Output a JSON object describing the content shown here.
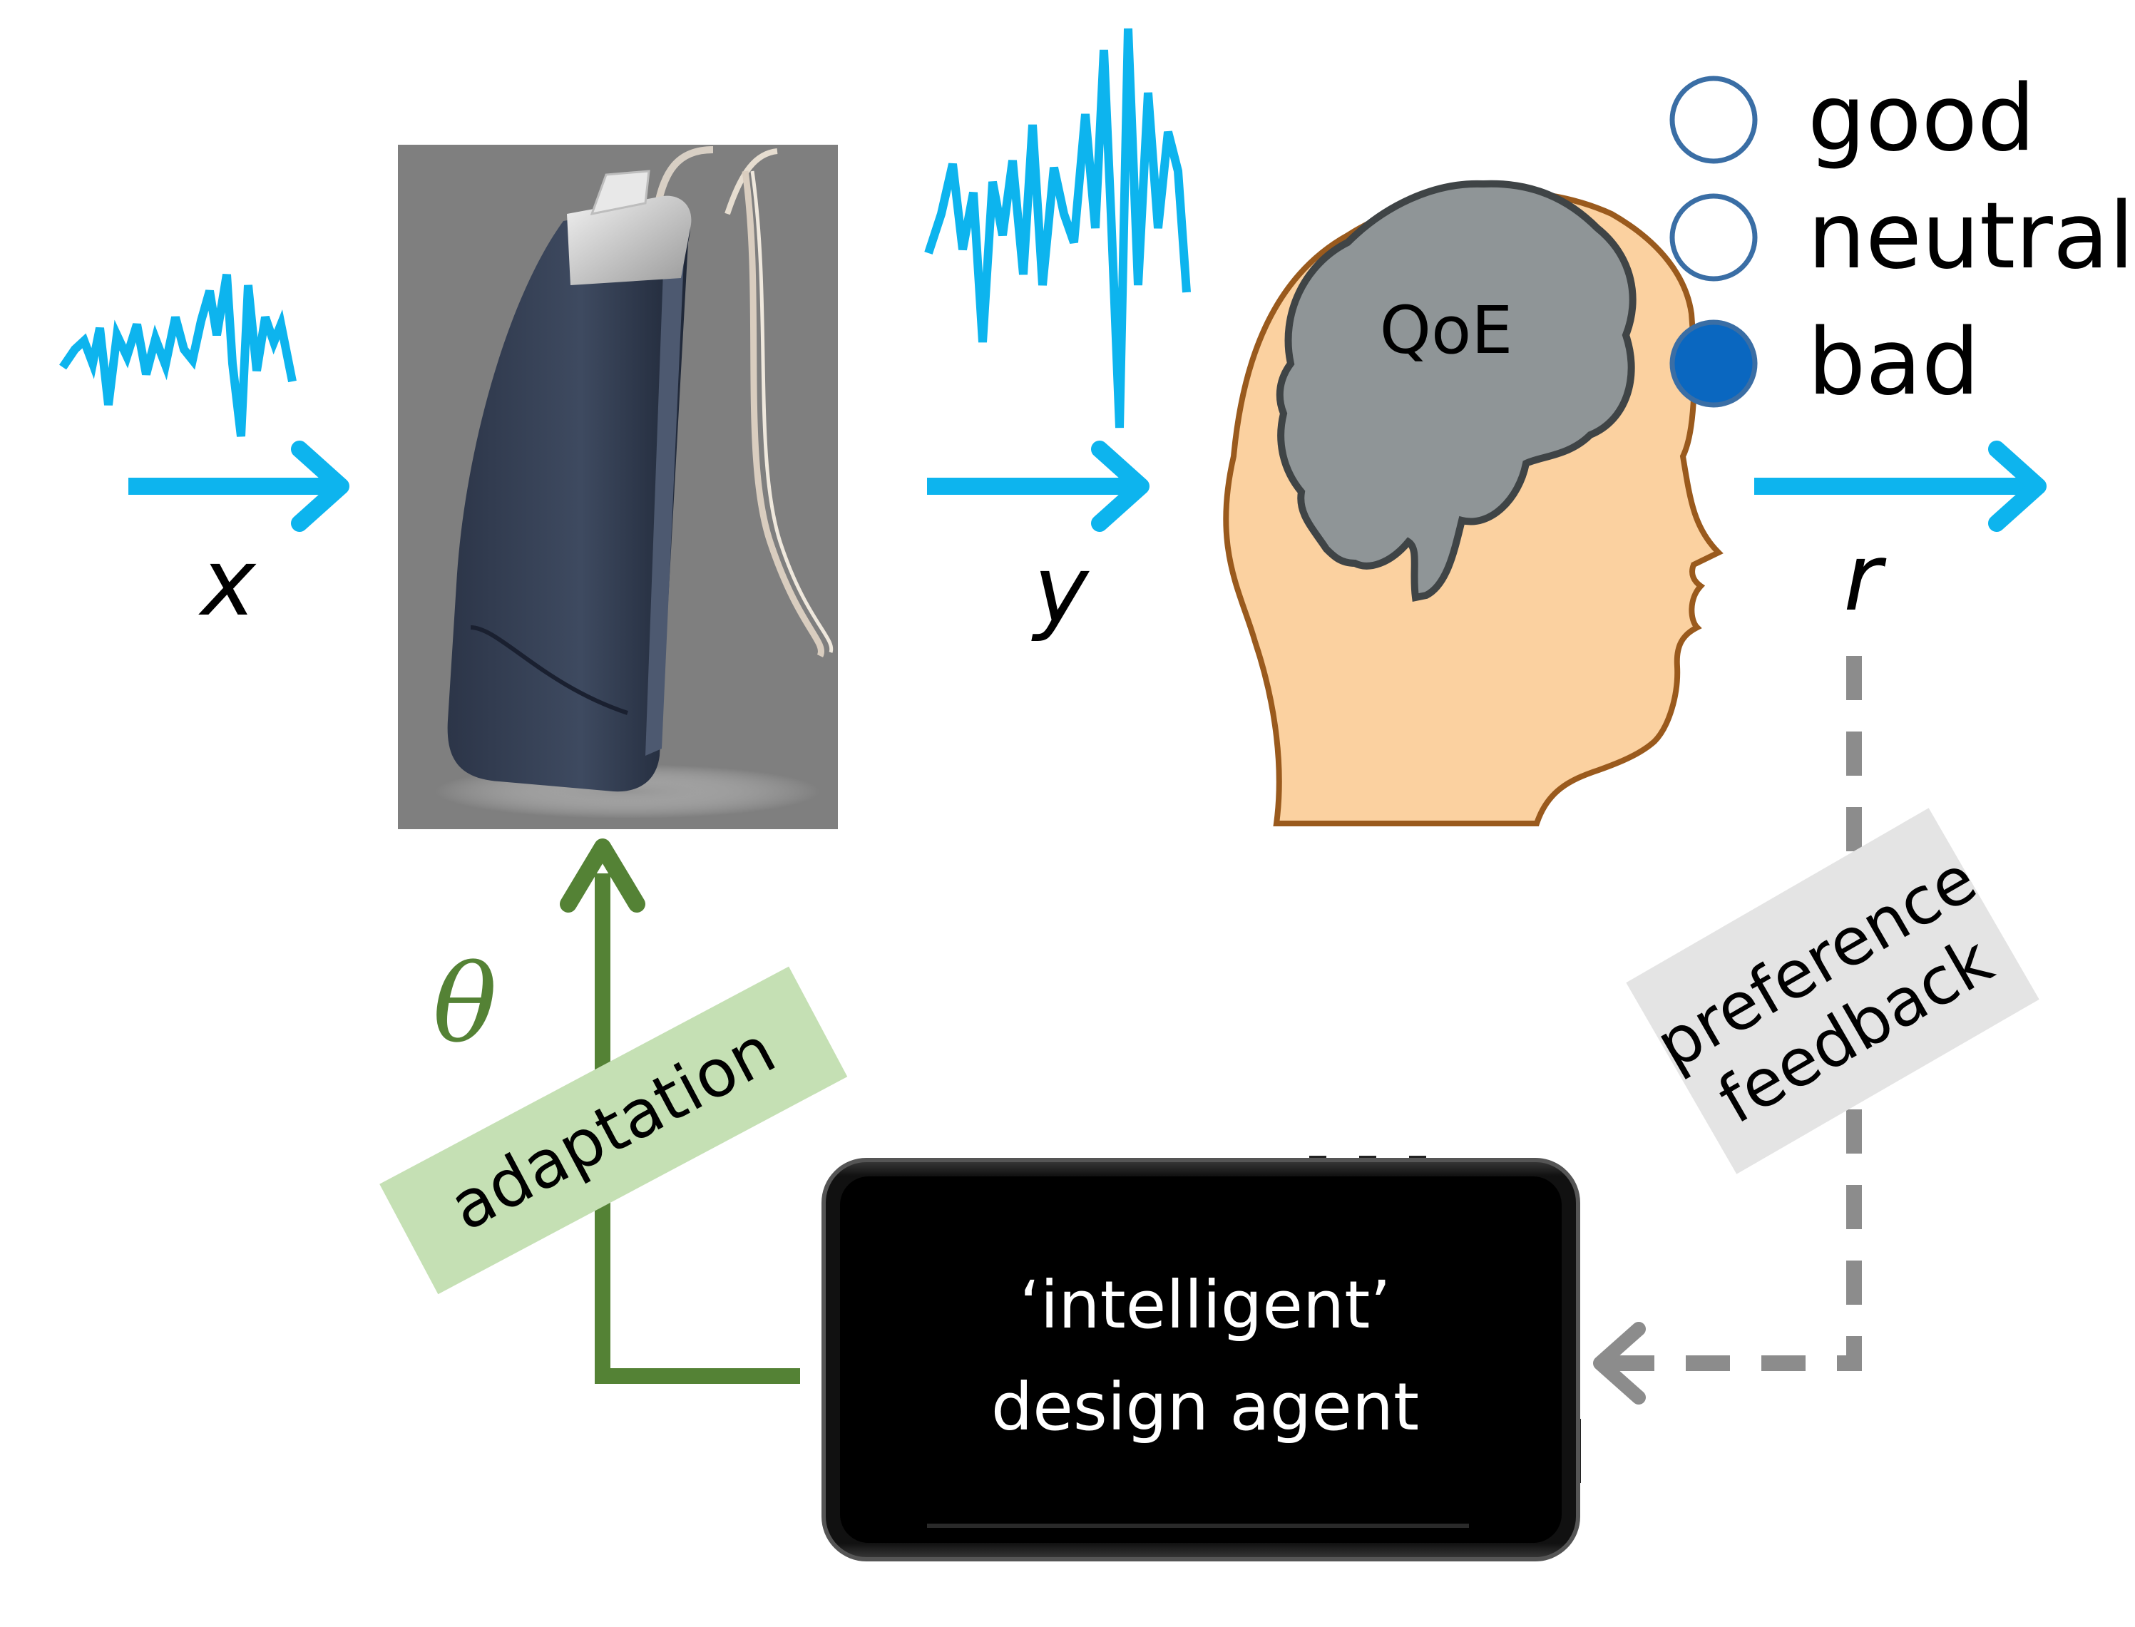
{
  "signals": {
    "input_label": "x",
    "output_label": "y",
    "response_label": "r"
  },
  "brain": {
    "label": "QoE"
  },
  "rating_options": [
    {
      "label": "good",
      "selected": false
    },
    {
      "label": "neutral",
      "selected": false
    },
    {
      "label": "bad",
      "selected": true
    }
  ],
  "parameter": {
    "symbol": "θ"
  },
  "adaptation": {
    "label": "adaptation"
  },
  "feedback": {
    "line1": "preference",
    "line2": "feedback"
  },
  "agent": {
    "line1": "‘intelligent’",
    "line2": "design agent"
  },
  "colors": {
    "signal": "#0db4ee",
    "adaptation": "#548235",
    "adaptation_box": "#c5e0b4",
    "feedback_line": "#8c8c8c",
    "feedback_box": "#e4e4e4",
    "head_skin": "#fbd1a0",
    "head_outline": "#9a5a1d",
    "brain_fill": "#8f9597",
    "brain_outline": "#3f4446",
    "radio_outline": "#3a6ea5",
    "radio_fill": "#0a67c0",
    "device_frame": "#7f7f7f",
    "phone": "#000000"
  }
}
